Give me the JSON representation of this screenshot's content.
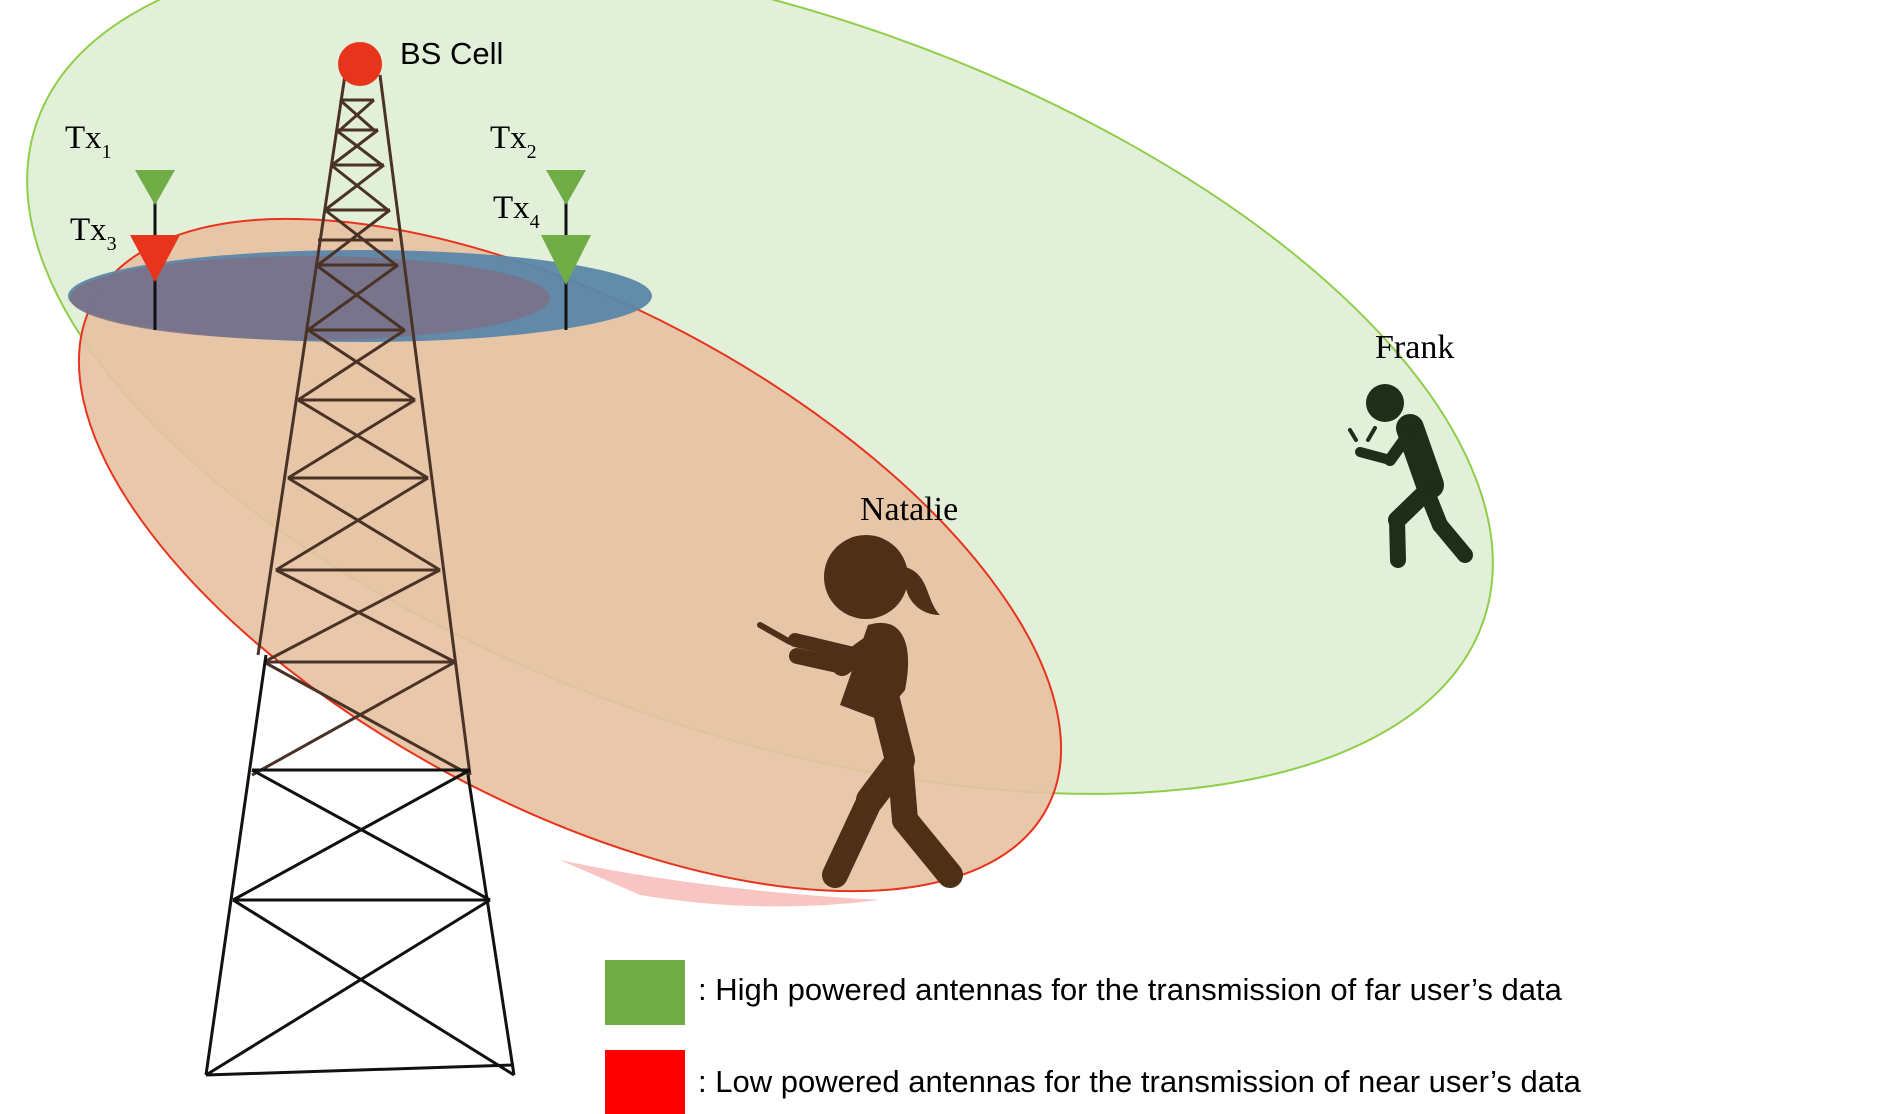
{
  "bs_label": "BS Cell",
  "antennas": [
    {
      "name": "Tx",
      "sub": "1",
      "power": "high",
      "color": "#70ad47"
    },
    {
      "name": "Tx",
      "sub": "2",
      "power": "high",
      "color": "#70ad47"
    },
    {
      "name": "Tx",
      "sub": "3",
      "power": "low",
      "color": "#e8341c"
    },
    {
      "name": "Tx",
      "sub": "4",
      "power": "high",
      "color": "#70ad47"
    }
  ],
  "users": {
    "near": "Natalie",
    "far": "Frank"
  },
  "legend": [
    {
      "color": "#70ad47",
      "text": ": High powered antennas for the transmission of far user’s data"
    },
    {
      "color": "#ff0000",
      "text": ": Low powered antennas for the transmission of near user’s data"
    }
  ],
  "colors": {
    "far_coverage_fill": "#e2f0d9",
    "far_coverage_stroke": "#8fce4a",
    "near_coverage_fill": "#e6c2a3",
    "near_coverage_stroke": "#e8341c",
    "bs_platform": "#5b87a8",
    "bs_dot": "#e8341c",
    "natalie": "#4e3018",
    "frank": "#1f2d1a"
  }
}
